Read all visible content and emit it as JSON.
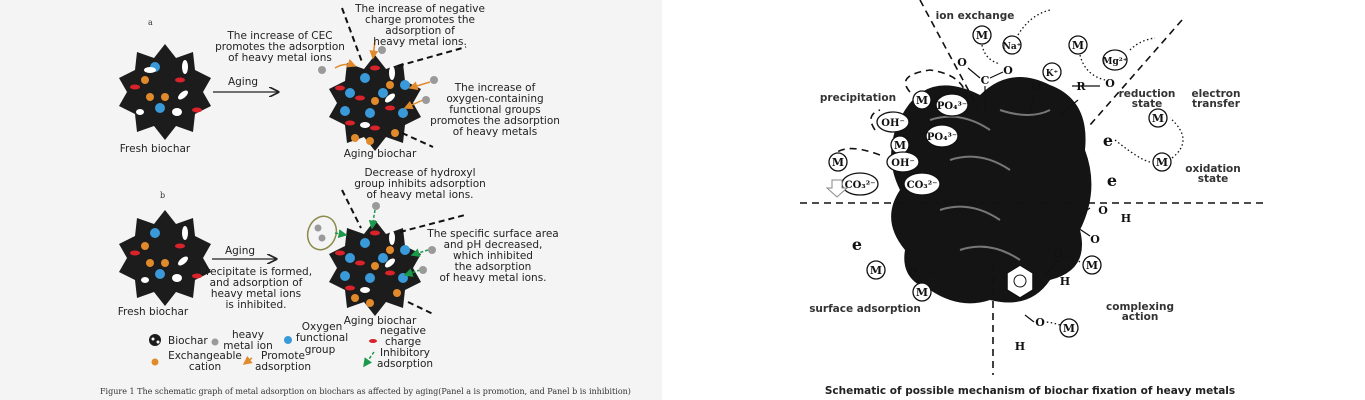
{
  "left_panel": {
    "panel_a_label": "a",
    "panel_b_label": "b",
    "fresh_biochar": "Fresh biochar",
    "aging_biochar": "Aging biochar",
    "aging": "Aging",
    "cec_note": [
      "The increase of CEC",
      "promotes the adsorption",
      "of heavy metal ions"
    ],
    "negative_charge_note": [
      "The increase of negative",
      "charge promotes the",
      "adsorption of",
      "heavy metal ions."
    ],
    "oxygen_note": [
      "The increase of",
      "oxygen-containing",
      "functional groups",
      "promotes the adsorption",
      "of heavy metals"
    ],
    "hydroxyl_note": [
      "Decrease of hydroxyl",
      "group inhibits adsorption",
      "of heavy metal ions."
    ],
    "precipitate_note": [
      "Precipitate is formed,",
      "and adsorption of",
      "heavy metal ions",
      "is inhibited."
    ],
    "surface_note": [
      "The specific surface area",
      "and pH decreased,",
      "which inhibited",
      "the adsorption",
      "of heavy metal ions."
    ],
    "legend": {
      "biochar": "Biochar",
      "heavy_metal_ion": [
        "heavy",
        "metal ion"
      ],
      "oxygen_group": [
        "Oxygen",
        "functional",
        "group"
      ],
      "negative_charge": [
        "negative",
        "charge"
      ],
      "exchangeable_cation": [
        "Exchangeable",
        "cation"
      ],
      "promote_adsorption": [
        "Promote",
        "adsorption"
      ],
      "inhibitory_adsorption": [
        "Inhibitory",
        "adsorption"
      ]
    },
    "caption": "Figure 1  The schematic graph of metal adsorption on biochars as affected by aging(Panel a is promotion, and Panel b is inhibition)"
  },
  "right_panel": {
    "ion_exchange": "ion exchange",
    "precipitation": "precipitation",
    "reduction_state": [
      "reduction",
      "state"
    ],
    "electron_transfer": [
      "electron",
      "transfer"
    ],
    "oxidation_state": [
      "oxidation",
      "state"
    ],
    "surface_adsorption": "surface adsorption",
    "complexing_action": [
      "complexing",
      "action"
    ],
    "metal": "M",
    "electron": "e",
    "ions": {
      "na": "Na⁺",
      "k": "K⁺",
      "mg": "Mg²⁺",
      "po4": "PO₄³⁻",
      "oh": "OH⁻",
      "co3": "CO₃²⁻"
    },
    "atoms": {
      "o": "O",
      "c": "C",
      "r": "R",
      "h": "H"
    },
    "caption": "Schematic of possible mechanism of biochar fixation of heavy metals"
  },
  "colors": {
    "biochar": "#1c1c1c",
    "oxygen_group": "#3a9ad9",
    "negative_charge": "#d8232a",
    "cation": "#e08a2c",
    "heavy_metal": "#9a9a9a",
    "promote": "#e08a2c",
    "inhibit": "#1a9a4a"
  }
}
